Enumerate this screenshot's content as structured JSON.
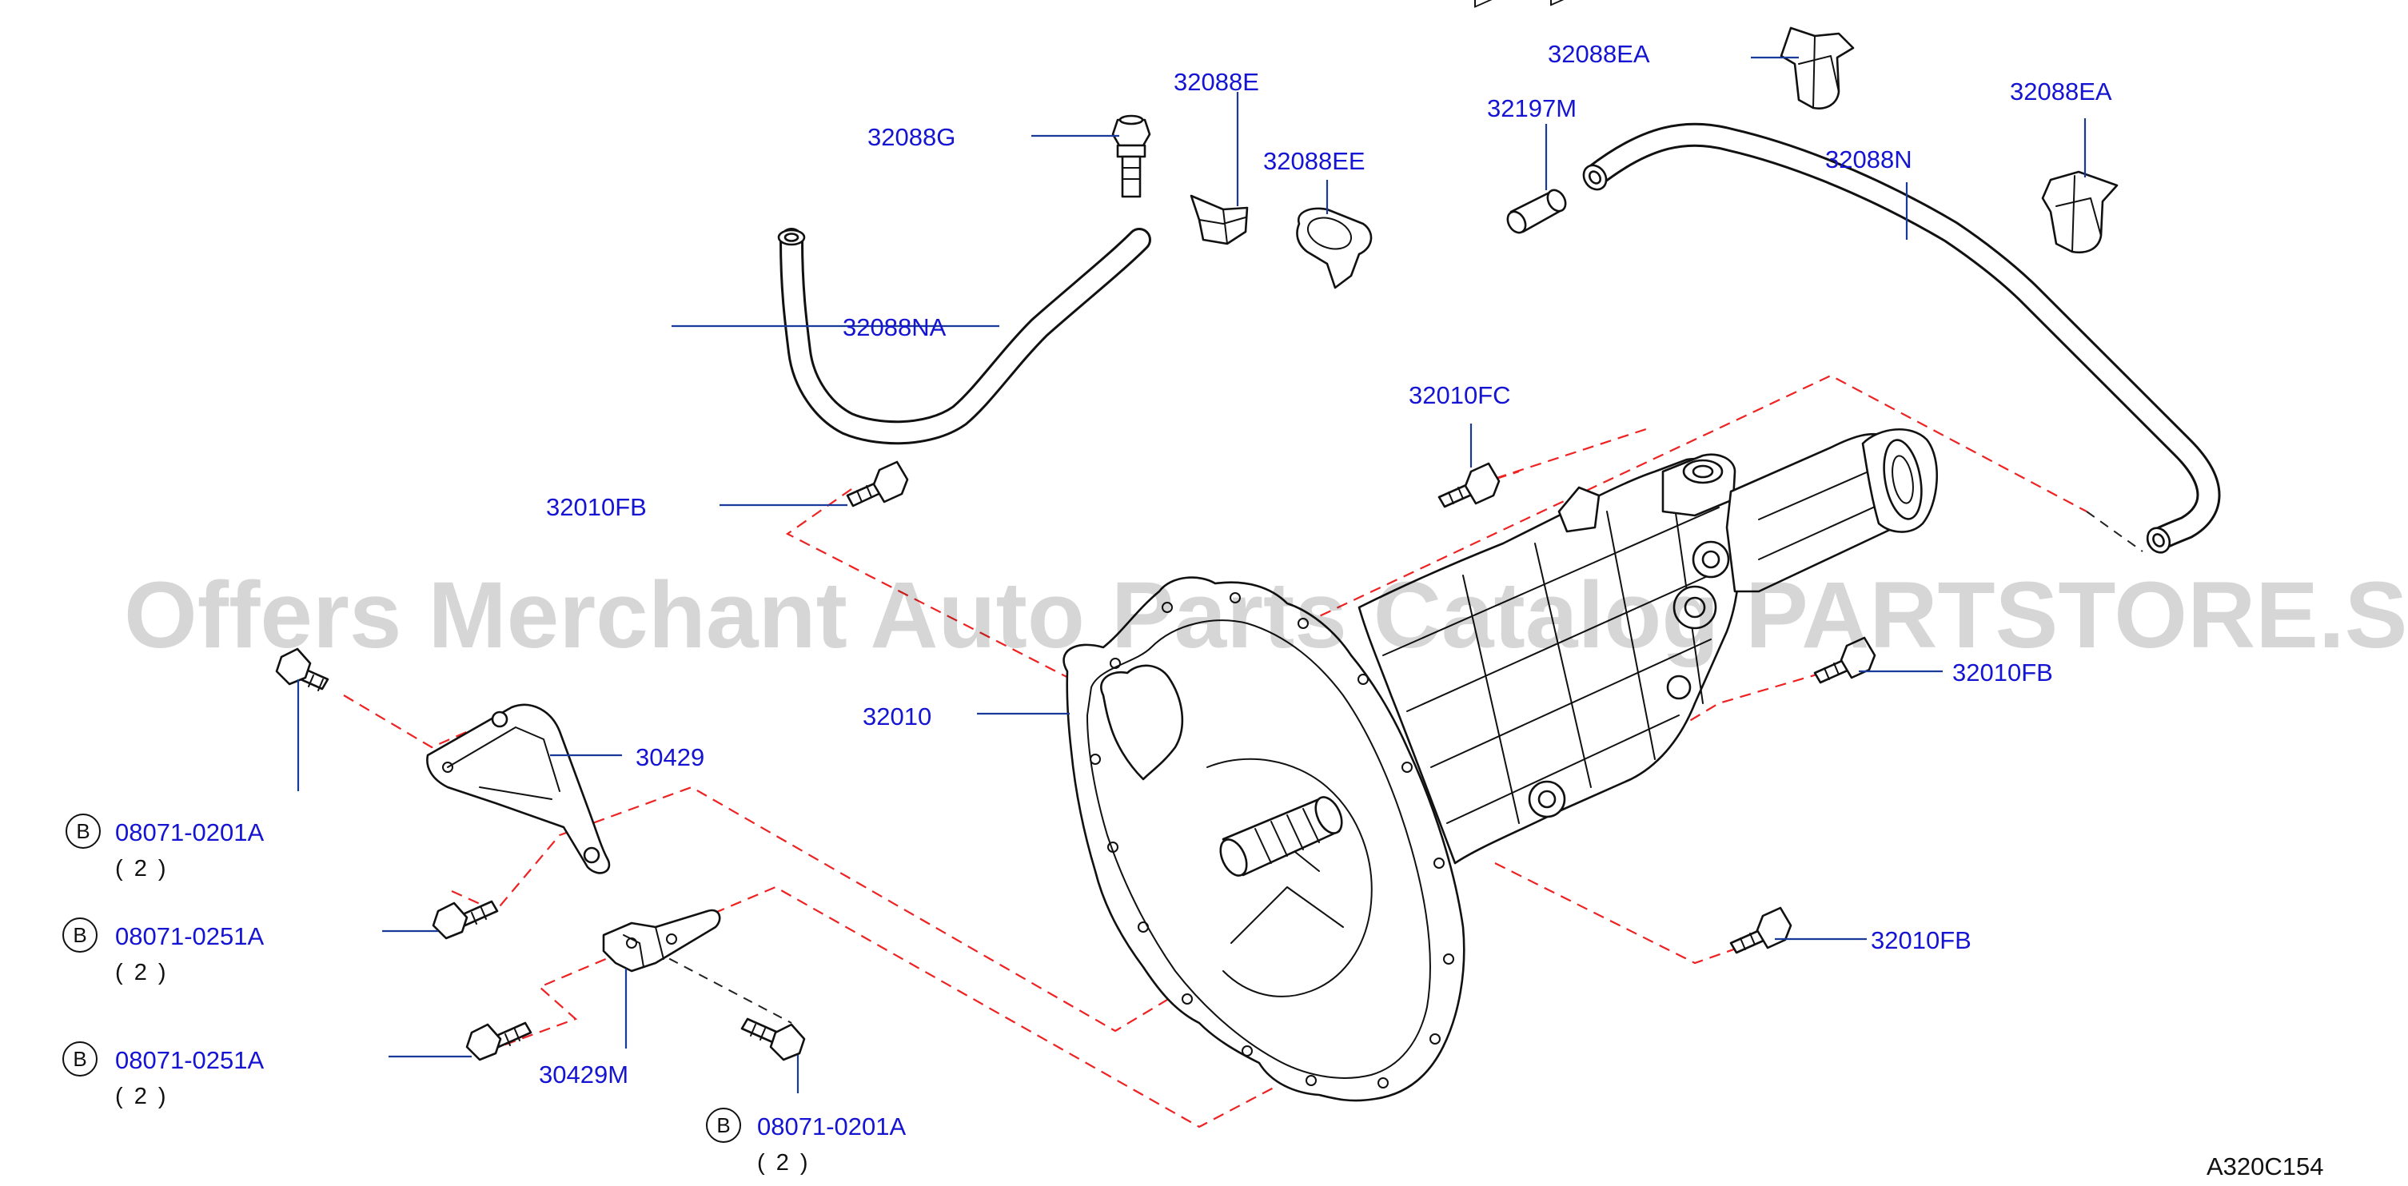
{
  "diagram_code": "A320C154",
  "watermark": "Offers Merchant Auto Parts Catalog PARTSTORE.SA",
  "bolt_symbol": "B",
  "colors": {
    "label": "#1414d2",
    "leader": "#1a3a9a",
    "dashed_guide": "#ee2222",
    "line_art": "#111111"
  },
  "callouts": {
    "p32088G": "32088G",
    "p32088E": "32088E",
    "p32088EE": "32088EE",
    "p32088NA": "32088NA",
    "p32197M": "32197M",
    "p32088EA_top": "32088EA",
    "p32088EA_right": "32088EA",
    "p32088N": "32088N",
    "p32010FC": "32010FC",
    "p32010FB_left": "32010FB",
    "p32010FB_right": "32010FB",
    "p32010FB_bottom": "32010FB",
    "p32010": "32010",
    "p30429": "30429",
    "p30429M": "30429M",
    "b1_part": "08071-0201A",
    "b1_qty": "( 2 )",
    "b2_part": "08071-0251A",
    "b2_qty": "( 2 )",
    "b3_part": "08071-0251A",
    "b3_qty": "( 2 )",
    "b4_part": "08071-0201A",
    "b4_qty": "( 2 )"
  }
}
